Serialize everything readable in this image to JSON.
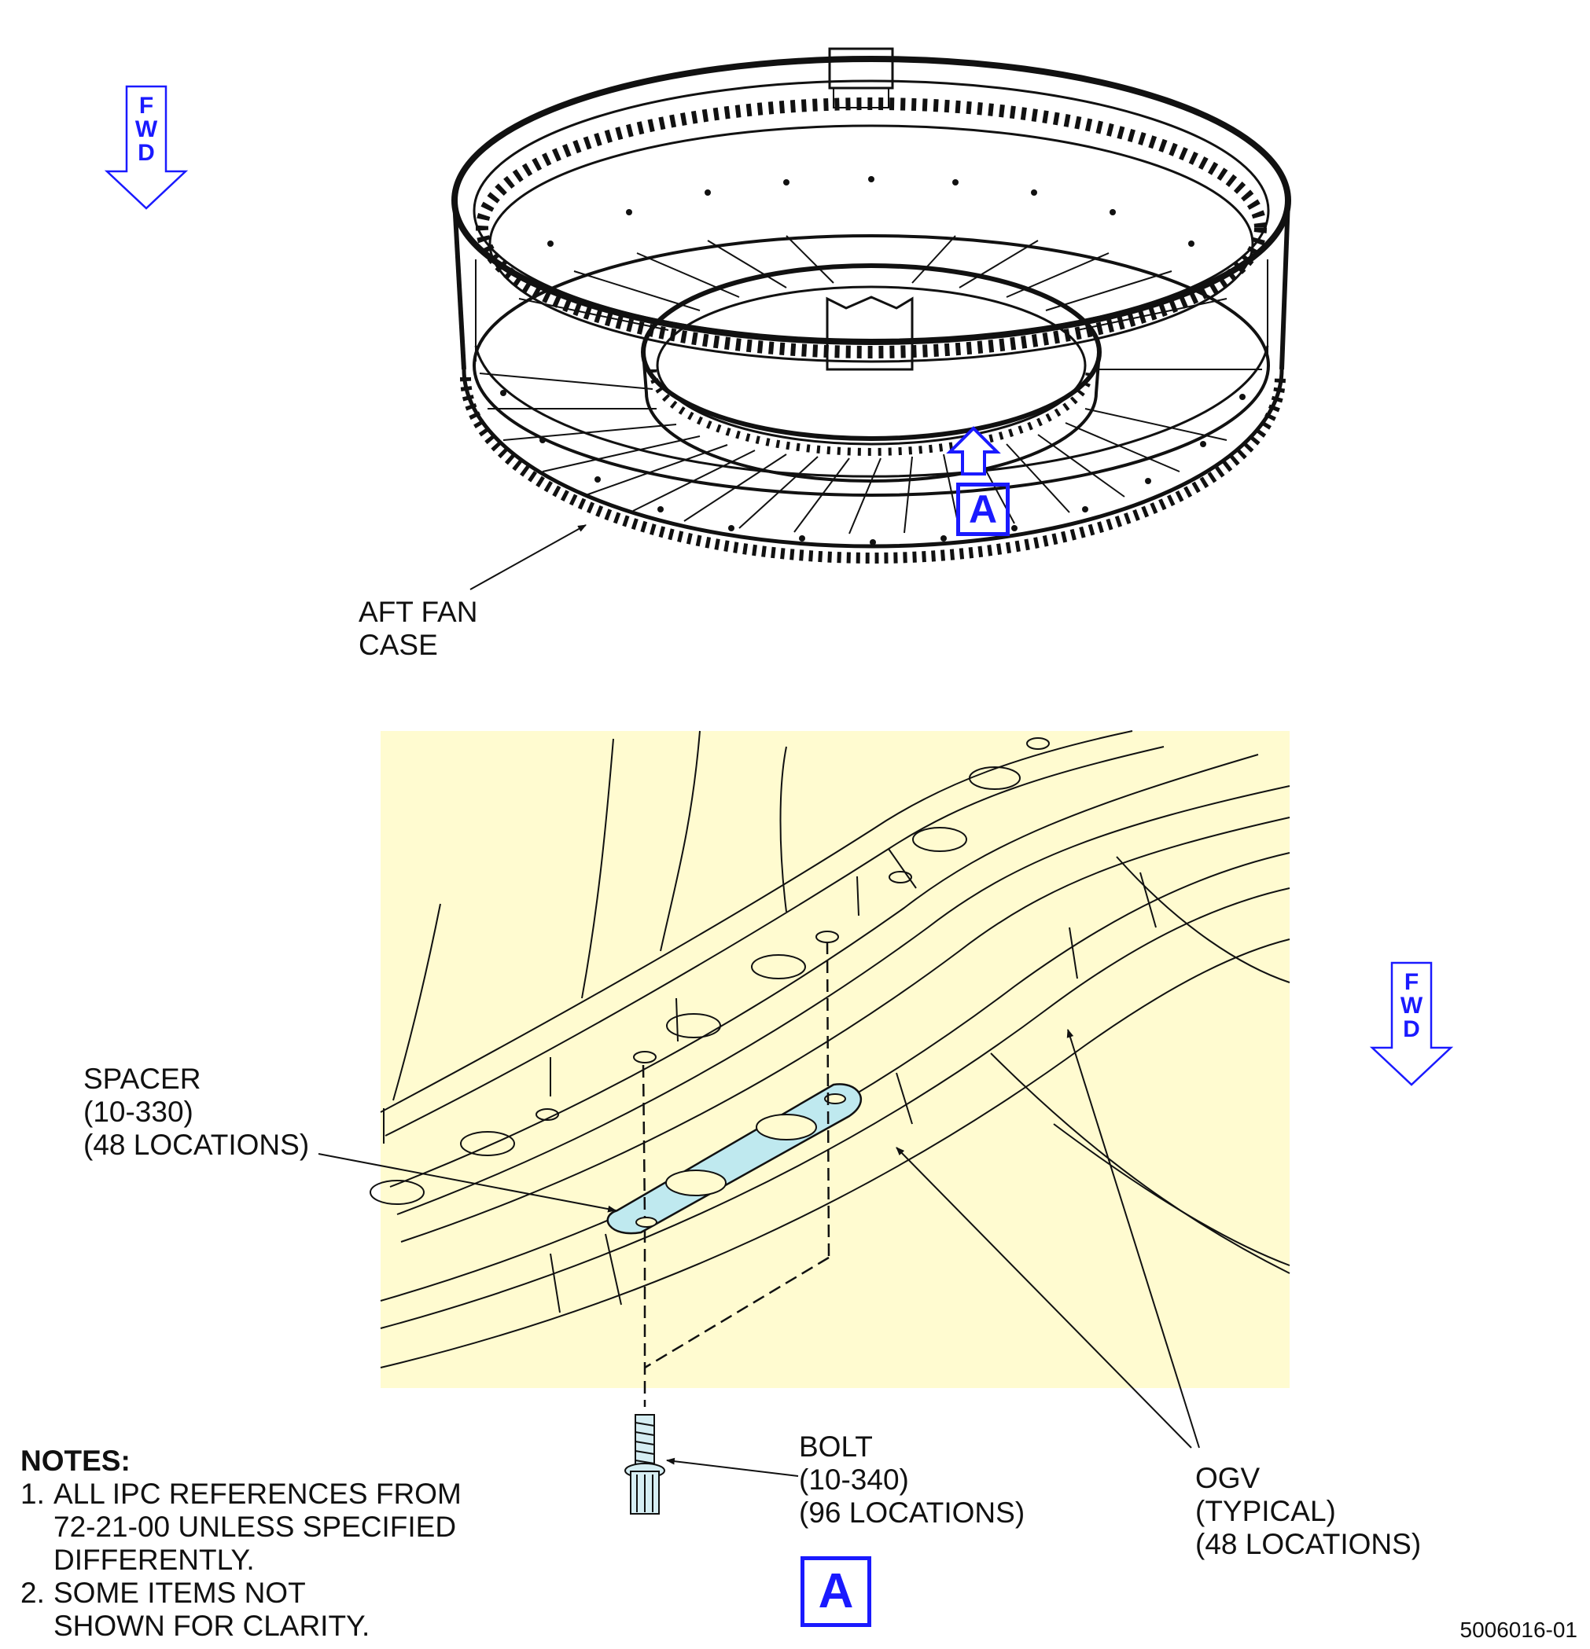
{
  "fwd_indicator": [
    "F",
    "W",
    "D"
  ],
  "view_label": "A",
  "labels": {
    "aft_fan_case": [
      "AFT FAN",
      "CASE"
    ],
    "spacer": [
      "SPACER",
      "(10-330)",
      "(48 LOCATIONS)"
    ],
    "bolt": [
      "BOLT",
      "(10-340)",
      "(96 LOCATIONS)"
    ],
    "ogv": [
      "OGV",
      "(TYPICAL)",
      "(48 LOCATIONS)"
    ]
  },
  "notes": {
    "heading": "NOTES:",
    "items": [
      {
        "num": "1.",
        "lines": [
          "ALL IPC REFERENCES FROM",
          "72-21-00 UNLESS SPECIFIED",
          "DIFFERENTLY."
        ]
      },
      {
        "num": "2.",
        "lines": [
          "SOME ITEMS NOT",
          "SHOWN FOR CLARITY."
        ]
      }
    ]
  },
  "figure_id": "5006016-01",
  "colors": {
    "callout_blue": "#1a1aff",
    "detail_background": "#fffbd0",
    "spacer_fill": "#bfe9ef",
    "line": "#111111"
  }
}
